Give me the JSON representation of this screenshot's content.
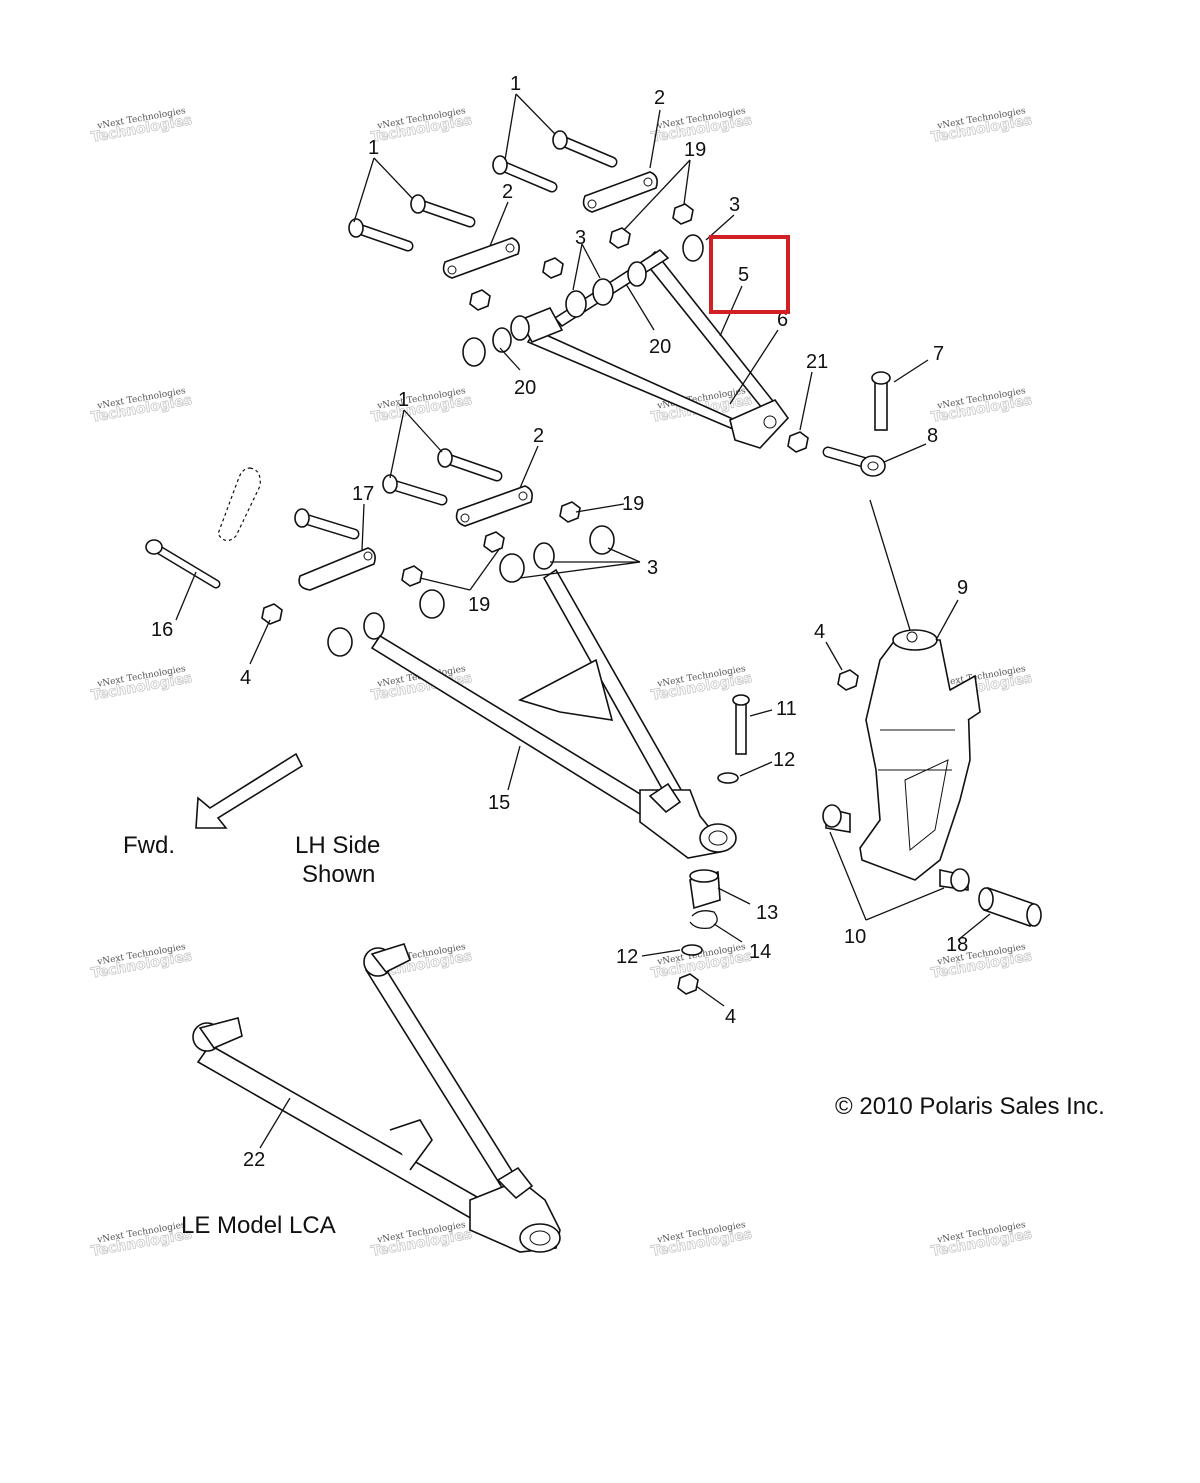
{
  "diagram": {
    "callouts": {
      "c1a": "1",
      "c1b": "1",
      "c1c": "1",
      "c2a": "2",
      "c2b": "2",
      "c2c": "2",
      "c3a": "3",
      "c3b": "3",
      "c3c": "3",
      "c4a": "4",
      "c4b": "4",
      "c4c": "4",
      "c5": "5",
      "c6": "6",
      "c7": "7",
      "c8": "8",
      "c9": "9",
      "c10": "10",
      "c11": "11",
      "c12a": "12",
      "c12b": "12",
      "c13": "13",
      "c14": "14",
      "c15": "15",
      "c16": "16",
      "c17": "17",
      "c18": "18",
      "c19a": "19",
      "c19b": "19",
      "c19c": "19",
      "c20a": "20",
      "c20b": "20",
      "c21": "21",
      "c22": "22"
    },
    "highlight_color": "#d21f26",
    "highlighted_part": "5",
    "forward_label": "Fwd.",
    "side_note_line1": "LH Side",
    "side_note_line2": "Shown",
    "le_model_label": "LE Model LCA",
    "copyright": "© 2010 Polaris Sales Inc.",
    "watermark_line1": "vNext Technologies",
    "watermark_line2": "Technologies"
  }
}
